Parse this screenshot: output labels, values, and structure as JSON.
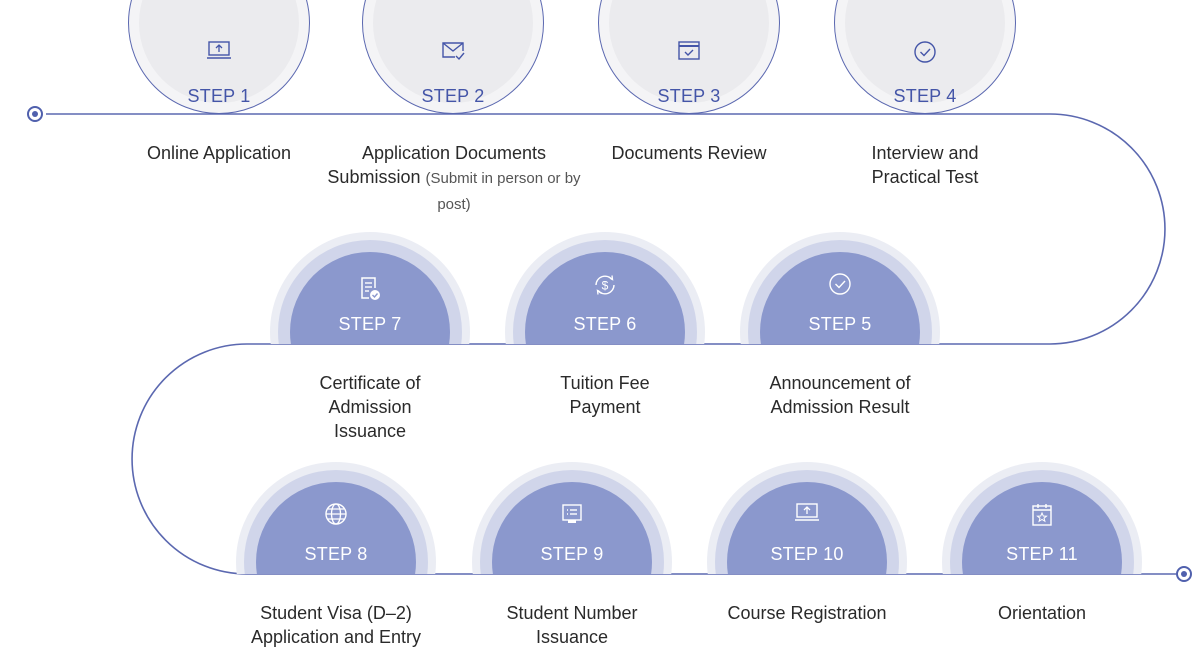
{
  "colors": {
    "path": "#5b68b0",
    "light_outer": "#f4f4f6",
    "light_inner": "#ebebee",
    "light_border": "#5b68b0",
    "light_text": "#4455a8",
    "dark_outer": "#ebedf4",
    "dark_mid": "#d0d5ea",
    "dark_inner": "#8b98cd",
    "dark_text": "#ffffff",
    "desc_text": "#2a2a2a"
  },
  "steps": [
    {
      "label": "STEP 1",
      "icon": "monitor-upload-icon",
      "title": "Online Application",
      "note": ""
    },
    {
      "label": "STEP 2",
      "icon": "mail-check-icon",
      "title": "Application Documents Submission",
      "note": "(Submit in person or by post)"
    },
    {
      "label": "STEP 3",
      "icon": "browser-check-icon",
      "title": "Documents Review",
      "note": ""
    },
    {
      "label": "STEP 4",
      "icon": "circle-check-icon",
      "title": "Interview and Practical Test",
      "note": ""
    },
    {
      "label": "STEP 5",
      "icon": "circle-check-icon",
      "title": "Announcement of Admission Result",
      "note": ""
    },
    {
      "label": "STEP 6",
      "icon": "dollar-cycle-icon",
      "title": "Tuition Fee Payment",
      "note": ""
    },
    {
      "label": "STEP 7",
      "icon": "certificate-icon",
      "title": "Certificate of Admission Issuance",
      "note": ""
    },
    {
      "label": "STEP 8",
      "icon": "globe-icon",
      "title": "Student Visa (D–2) Application and Entry",
      "note": ""
    },
    {
      "label": "STEP 9",
      "icon": "id-card-icon",
      "title": "Student Number Issuance",
      "note": ""
    },
    {
      "label": "STEP 10",
      "icon": "monitor-upload-icon",
      "title": "Course Registration",
      "note": ""
    },
    {
      "label": "STEP 11",
      "icon": "calendar-star-icon",
      "title": "Orientation",
      "note": ""
    }
  ]
}
